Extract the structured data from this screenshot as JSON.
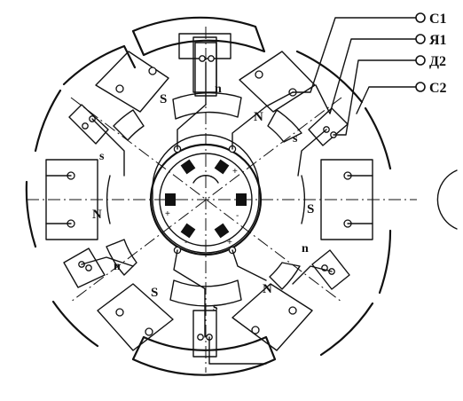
{
  "terminals": [
    {
      "key": "c1",
      "label": "С1"
    },
    {
      "key": "ya1",
      "label": "Я1"
    },
    {
      "key": "d2",
      "label": "Д2"
    },
    {
      "key": "c2",
      "label": "С2"
    }
  ],
  "main_poles": {
    "top_left": "S",
    "top_right": "N",
    "left": "N",
    "right": "S",
    "bottom_left": "S",
    "bottom_right": "N"
  },
  "aux_poles": {
    "top": "n",
    "upper_left": "s",
    "upper_right": "s",
    "lower_left": "n",
    "lower_right": "n",
    "bottom": "s"
  },
  "brush_signs": {
    "upper_right": "+",
    "right": "-",
    "left": "+",
    "lower_left": "-",
    "lower_right": "+"
  },
  "colors": {
    "ink": "#111111",
    "background": "#ffffff"
  }
}
